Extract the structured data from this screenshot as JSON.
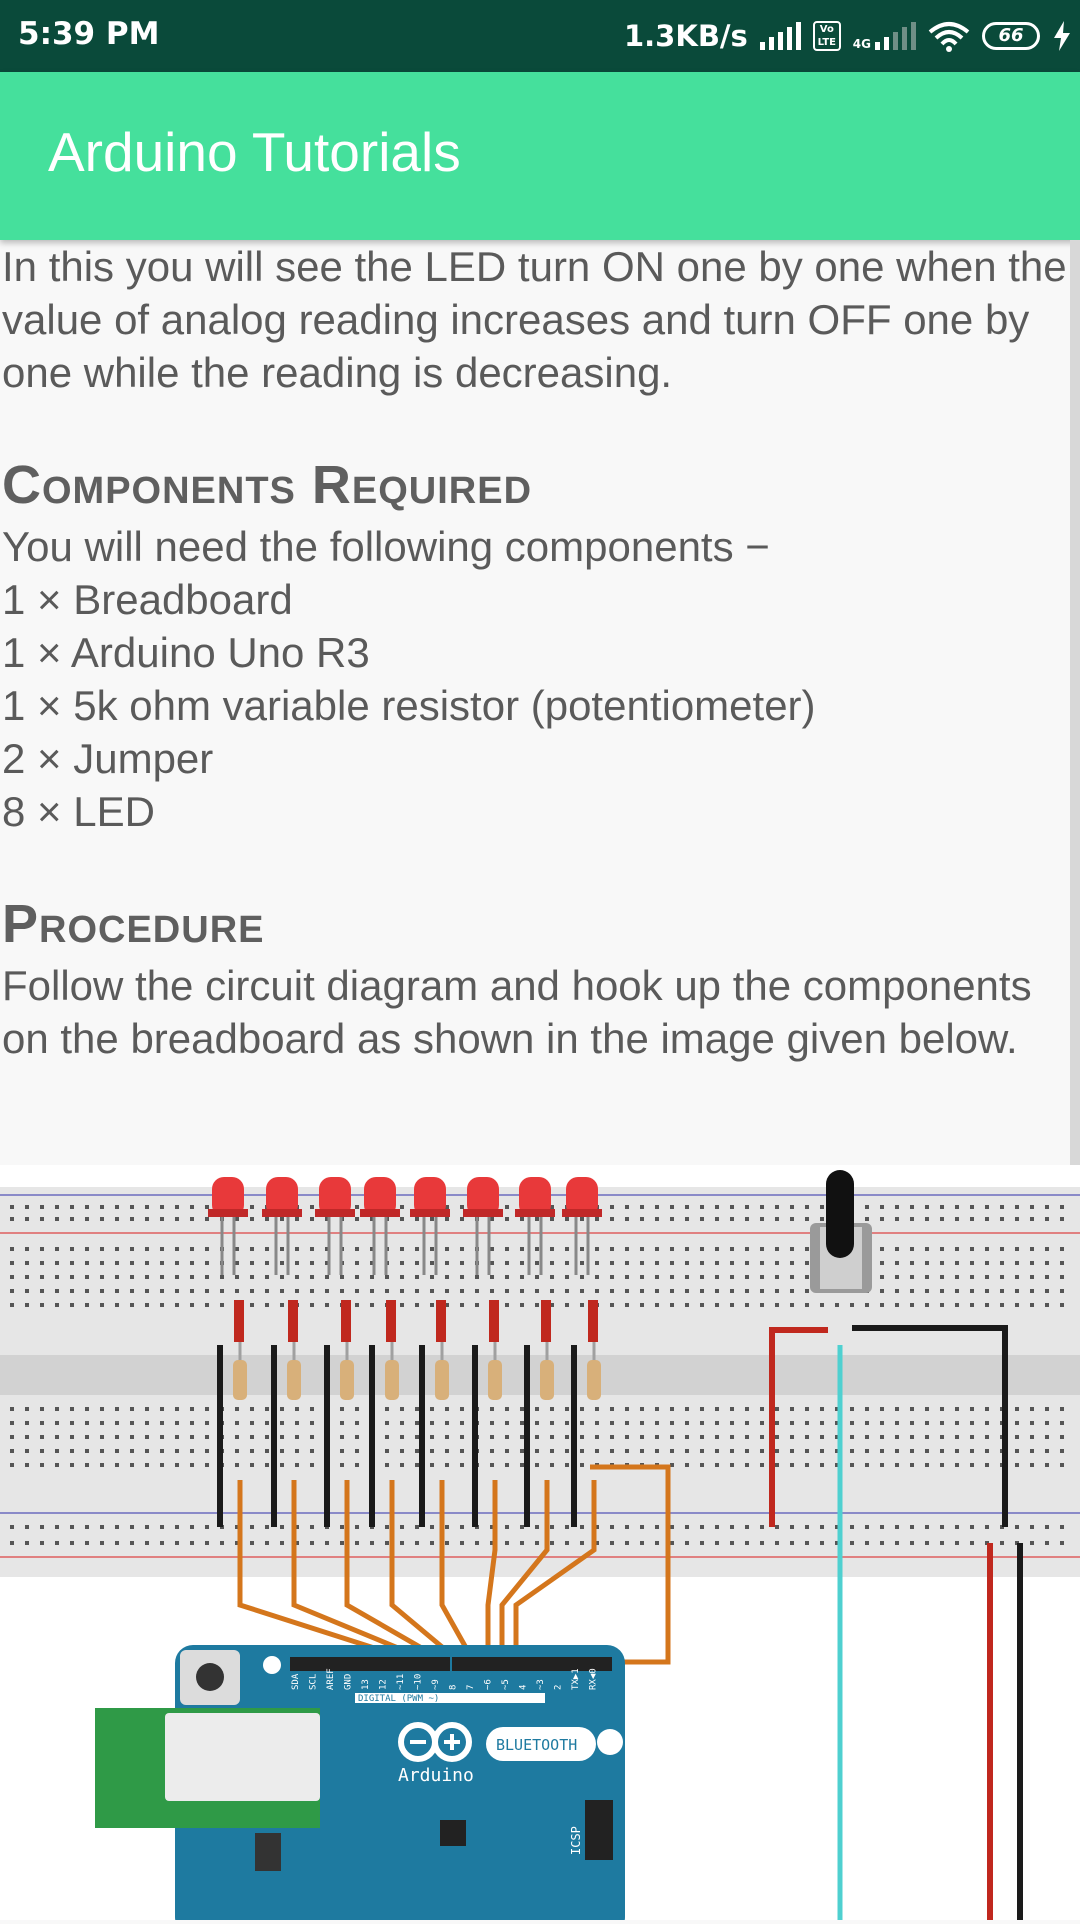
{
  "status_bar": {
    "time": "5:39 PM",
    "net_speed": "1.3KB/s",
    "volte": "Vo LTE",
    "network": "4G",
    "battery": "66"
  },
  "app_bar": {
    "title": "Arduino Tutorials"
  },
  "content": {
    "intro": " In this you will see the LED turn ON one by one when the value of analog reading increases and turn OFF one by one while the reading is decreasing.",
    "components_heading": "Components Required",
    "components_lead": "You will need the following components −",
    "components": [
      "1 × Breadboard",
      "1 × Arduino Uno R3",
      "1 × 5k ohm variable resistor (potentiometer)",
      "2 × Jumper",
      "8 × LED"
    ],
    "procedure_heading": "Procedure",
    "procedure_text": "Follow the circuit diagram and hook up the components on the breadboard as shown in the image given below."
  },
  "figure": {
    "board_brand": "Arduino",
    "module_label": "BLUETOOTH",
    "header_label": "DIGITAL (PWM ~)",
    "icsp_label": "ICSP",
    "pin_labels": [
      "SDA",
      "SCL",
      "AREF",
      "GND",
      "13",
      "12",
      "~11",
      "~10",
      "~9",
      "8",
      "7",
      "~6",
      "~5",
      "4",
      "~3",
      "2",
      "TX▶1",
      "RX◀0"
    ],
    "colors": {
      "board": "#1e7aa0",
      "wire_orange": "#d4761c",
      "wire_red": "#c0281e",
      "wire_black": "#1a1a1a",
      "wire_cyan": "#4fd0d0",
      "led_red": "#e8393a"
    }
  }
}
